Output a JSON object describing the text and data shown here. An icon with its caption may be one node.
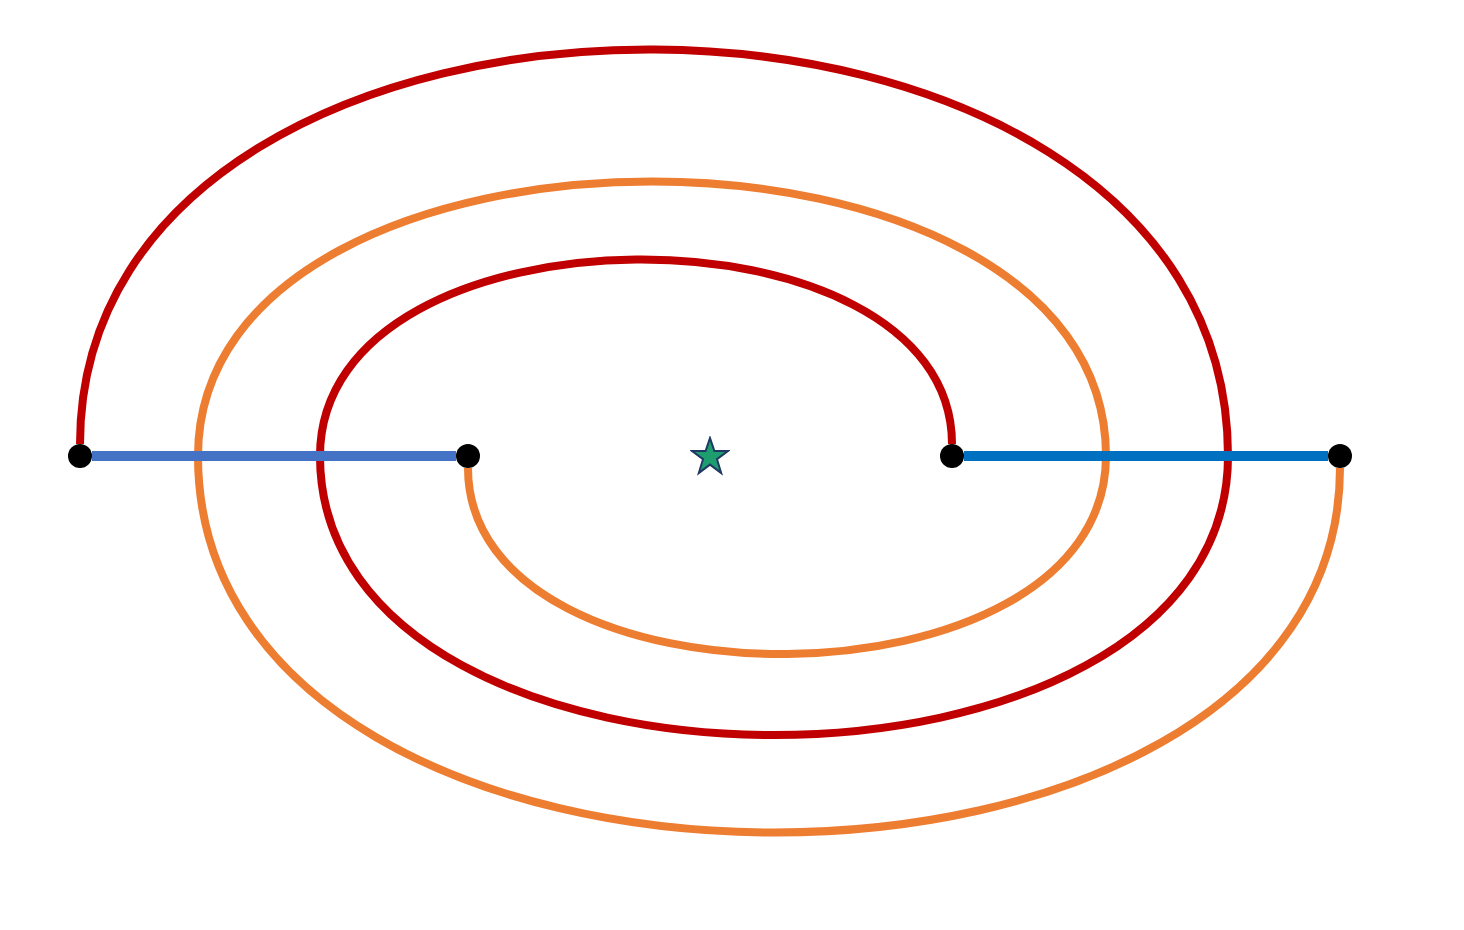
{
  "diagram": {
    "nodes": [
      {
        "text": [],
        "shape": "circle"
      },
      {
        "text": [],
        "shape": "circle"
      },
      {
        "text": [],
        "shape": "star"
      },
      {
        "text": [],
        "shape": "circle"
      },
      {
        "text": [],
        "shape": "circle"
      }
    ],
    "edges": [
      {
        "from": 0,
        "to": 3,
        "arrow": "none",
        "color": "#c00000"
      },
      {
        "from": 1,
        "to": 4,
        "arrow": "none",
        "color": "#ed7d31"
      },
      {
        "from": 0,
        "to": 1,
        "arrow": "none",
        "color": "#4472c4"
      },
      {
        "from": 3,
        "to": 4,
        "arrow": "none",
        "color": "#0070c0"
      }
    ]
  }
}
